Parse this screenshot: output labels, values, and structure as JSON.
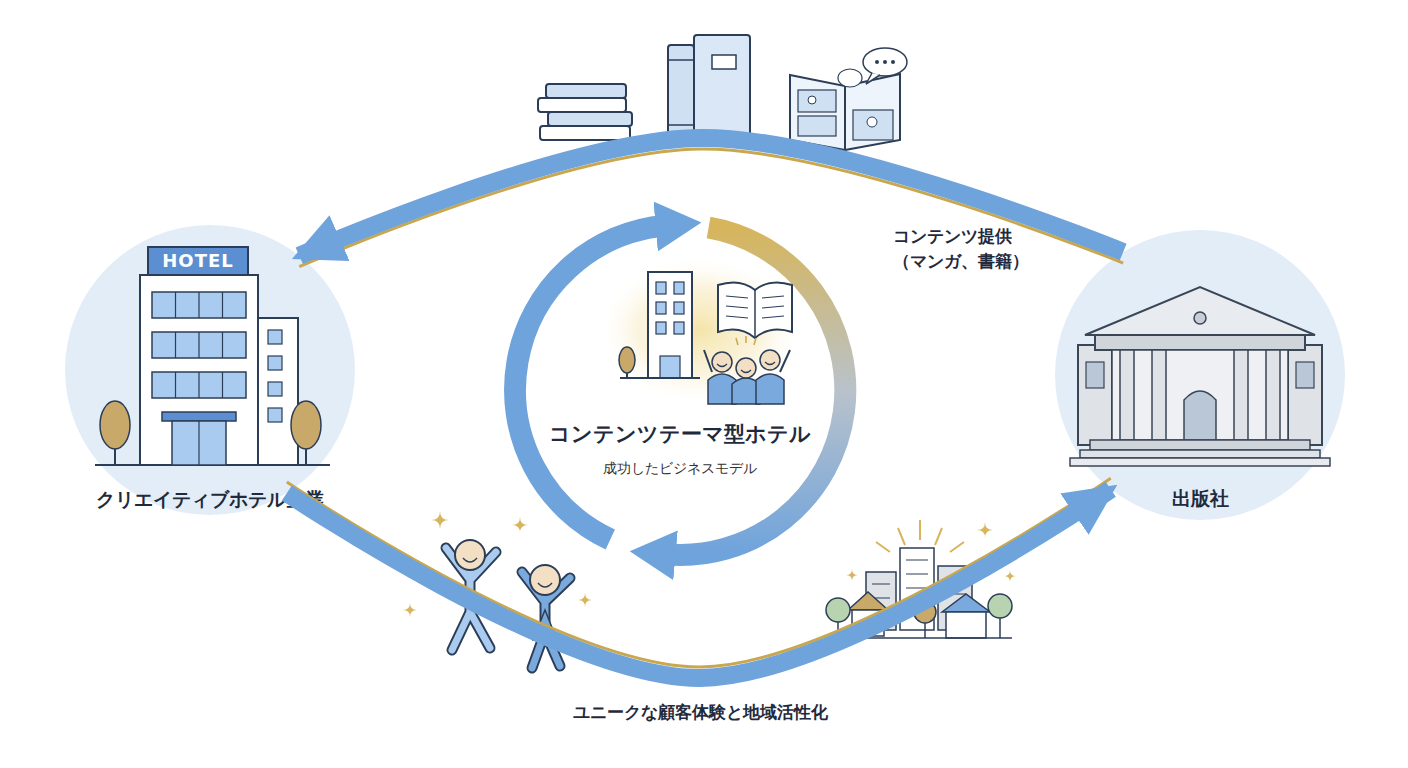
{
  "diagram": {
    "nodes": [
      {
        "text": [
          "クリエイティブホテル企業"
        ]
      },
      {
        "text": [
          "コンテンツテーマ型ホテル",
          "成功したビジネスモデル"
        ]
      },
      {
        "text": [
          "出版社"
        ]
      }
    ],
    "edges": [
      {
        "from": 2,
        "to": 0,
        "arrow": "to",
        "label": "コンテンツ提供 （マンガ、書籍）"
      },
      {
        "from": 0,
        "to": 2,
        "arrow": "to",
        "label": "ユニークな顧客体験と地域活性化"
      }
    ],
    "labels": [
      "HOTEL"
    ]
  }
}
